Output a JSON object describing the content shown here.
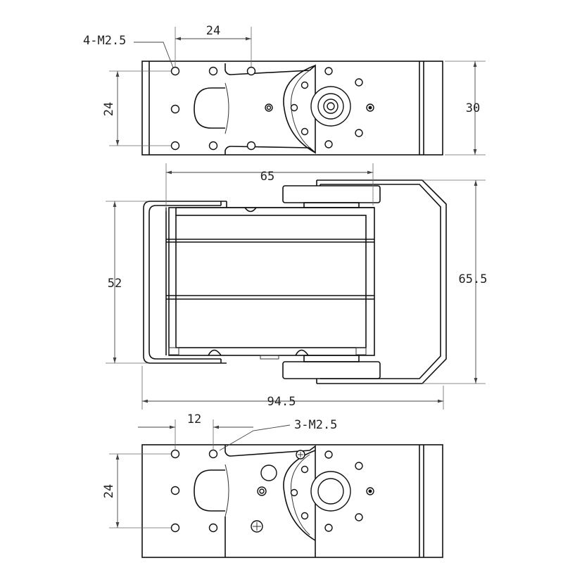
{
  "dimensions": {
    "top_view": {
      "hole_callout": "4-M2.5",
      "hole_spacing_horizontal": "24",
      "hole_spacing_vertical": "24",
      "body_width": "30"
    },
    "side_view": {
      "motor_length": "65",
      "motor_height": "52",
      "bracket_height": "65.5",
      "overall_length": "94.5"
    },
    "bottom_view": {
      "hole_callout": "3-M2.5",
      "hole_spacing_horizontal": "12",
      "hole_spacing_vertical": "24"
    }
  },
  "colors": {
    "line": "#111111",
    "dimension": "#444444",
    "background": "#ffffff"
  }
}
